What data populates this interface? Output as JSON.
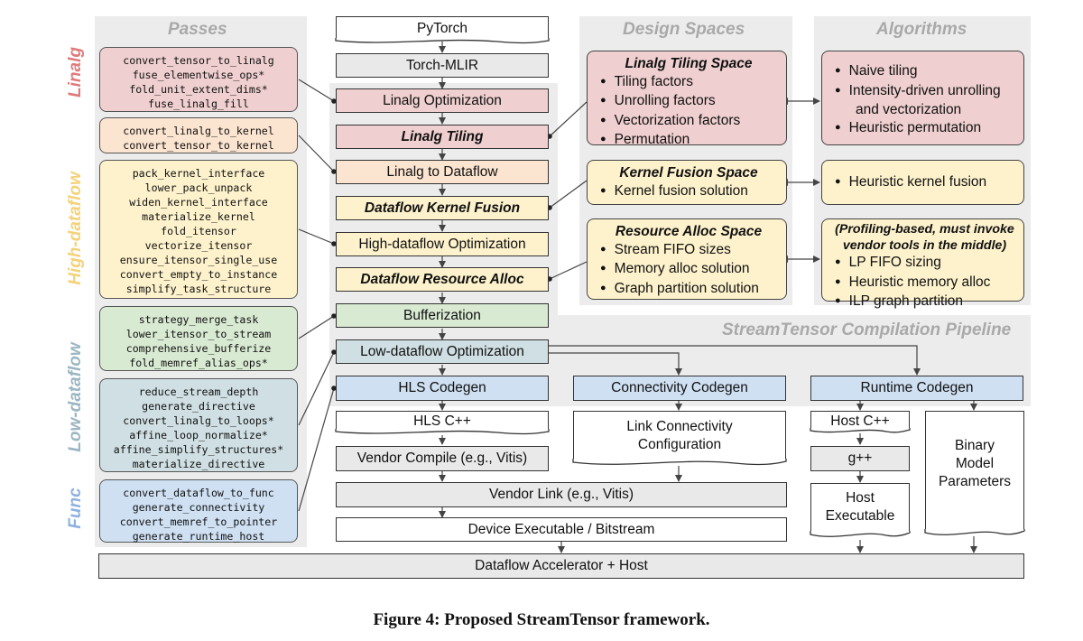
{
  "regions": {
    "passes": "Passes",
    "design_spaces": "Design Spaces",
    "algorithms": "Algorithms",
    "pipeline": "StreamTensor Compilation Pipeline"
  },
  "dialects": [
    "Linalg",
    "High-dataflow",
    "Low-dataflow",
    "Func"
  ],
  "dialect_colors": {
    "Linalg": "#e07a7a",
    "High-dataflow": "#f3d27a",
    "Low-dataflow": "#9bb6c2",
    "Func": "#8fb1df"
  },
  "pass_groups": [
    [
      "convert_tensor_to_linalg",
      "fuse_elementwise_ops*",
      "fold_unit_extent_dims*",
      "fuse_linalg_fill"
    ],
    [
      "convert_linalg_to_kernel",
      "convert_tensor_to_kernel"
    ],
    [
      "pack_kernel_interface",
      "lower_pack_unpack",
      "widen_kernel_interface",
      "materialize_kernel",
      "fold_itensor",
      "vectorize_itensor",
      "ensure_itensor_single_use",
      "convert_empty_to_instance",
      "simplify_task_structure"
    ],
    [
      "strategy_merge_task",
      "lower_itensor_to_stream",
      "comprehensive_bufferize",
      "fold_memref_alias_ops*"
    ],
    [
      "reduce_stream_depth",
      "generate_directive",
      "convert_linalg_to_loops*",
      "affine_loop_normalize*",
      "affine_simplify_structures*",
      "materialize_directive"
    ],
    [
      "convert_dataflow_to_func",
      "generate_connectivity",
      "convert_memref_to_pointer",
      "generate_runtime_host"
    ]
  ],
  "pipeline": {
    "pytorch": "PyTorch",
    "torch_mlir": "Torch-MLIR",
    "linalg_opt": "Linalg Optimization",
    "linalg_tiling": "Linalg Tiling",
    "linalg_to_dataflow": "Linalg to Dataflow",
    "kernel_fusion": "Dataflow Kernel Fusion",
    "high_dataflow_opt": "High-dataflow Optimization",
    "resource_alloc": "Dataflow Resource Alloc",
    "bufferization": "Bufferization",
    "low_dataflow_opt": "Low-dataflow Optimization",
    "hls_codegen": "HLS Codegen",
    "connectivity_codegen": "Connectivity Codegen",
    "runtime_codegen": "Runtime Codegen",
    "hls_cpp": "HLS C++",
    "vendor_compile": "Vendor Compile (e.g., Vitis)",
    "link_config_1": "Link Connectivity",
    "link_config_2": "Configuration",
    "host_cpp": "Host C++",
    "gpp": "g++",
    "host_exe_1": "Host",
    "host_exe_2": "Executable",
    "binary_1": "Binary",
    "binary_2": "Model",
    "binary_3": "Parameters",
    "vendor_link": "Vendor Link (e.g., Vitis)",
    "device_exe": "Device Executable / Bitstream",
    "accelerator": "Dataflow Accelerator + Host"
  },
  "design_spaces": [
    {
      "title": "Linalg Tiling Space",
      "items": [
        "Tiling factors",
        "Unrolling factors",
        "Vectorization factors",
        "Permutation"
      ]
    },
    {
      "title": "Kernel Fusion Space",
      "items": [
        "Kernel fusion solution"
      ]
    },
    {
      "title": "Resource Alloc Space",
      "items": [
        "Stream FIFO sizes",
        "Memory alloc solution",
        "Graph partition solution"
      ]
    }
  ],
  "algorithms": [
    {
      "title": "",
      "items": [
        "Naive tiling",
        "Intensity-driven unrolling",
        "Heuristic permutation"
      ],
      "continuation": "and vectorization"
    },
    {
      "title": "",
      "items": [
        "Heuristic kernel fusion"
      ]
    },
    {
      "title_1": "(Profiling-based, must invoke",
      "title_2": "vendor tools in the middle)",
      "items": [
        "LP FIFO sizing",
        "Heuristic memory alloc",
        "ILP graph partition"
      ]
    }
  ],
  "caption": "Figure 4: Proposed StreamTensor framework."
}
